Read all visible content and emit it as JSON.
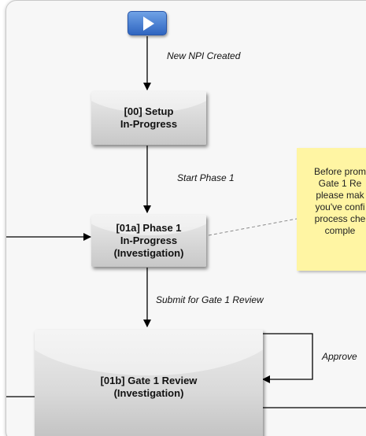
{
  "start": {
    "icon": "play-icon"
  },
  "edges": {
    "new_npi": "New NPI Created",
    "start_phase1": "Start Phase 1",
    "submit_gate1": "Submit for Gate 1 Review",
    "approve": "Approve"
  },
  "nodes": {
    "setup": "[00] Setup\nIn-Progress",
    "phase1": "[01a] Phase 1\nIn-Progress\n(Investigation)",
    "gate1": "[01b] Gate 1 Review\n(Investigation)"
  },
  "note": {
    "lines": [
      "Before prom",
      "Gate 1 Re",
      "please mak",
      "you've confi",
      "process che",
      "comple"
    ]
  },
  "colors": {
    "note_bg": "#fff5a3",
    "node_fill": "#d0d0d0",
    "play_blue": "#3d74cf"
  }
}
